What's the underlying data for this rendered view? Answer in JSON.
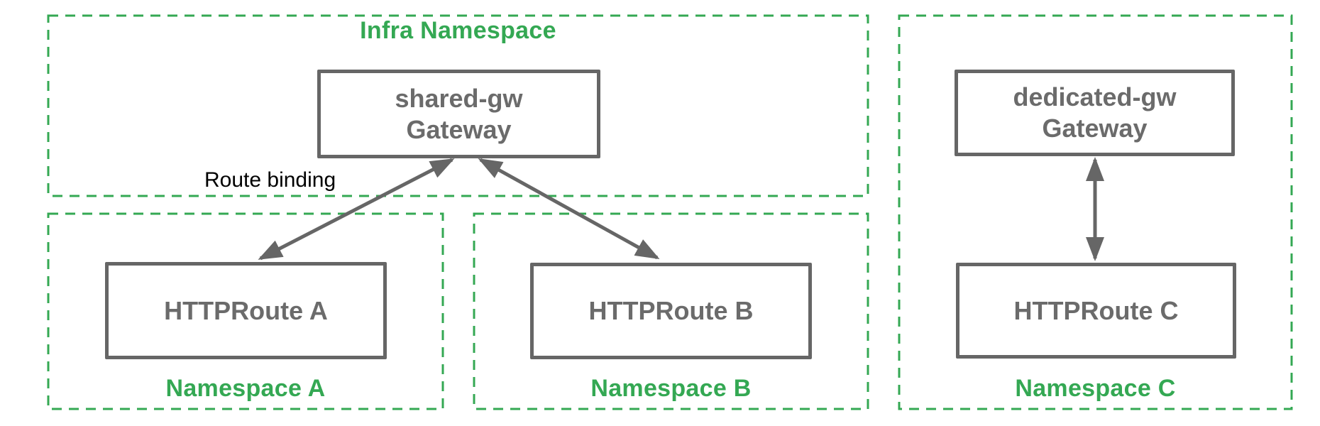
{
  "diagram": {
    "description_colors": {
      "namespace_green": "#34A853",
      "node_border_gray": "#666666",
      "node_text_gray": "#6B6B6B",
      "annotation_black": "#000000",
      "background": "#FFFFFF"
    },
    "namespaces": [
      {
        "id": "infra",
        "label": "Infra Namespace",
        "label_position": "top"
      },
      {
        "id": "namespace-a",
        "label": "Namespace A",
        "label_position": "bottom"
      },
      {
        "id": "namespace-b",
        "label": "Namespace B",
        "label_position": "bottom"
      },
      {
        "id": "namespace-c",
        "label": "Namespace C",
        "label_position": "bottom"
      }
    ],
    "nodes": [
      {
        "id": "shared-gw",
        "name": "shared-gw",
        "type": "Gateway",
        "namespace": "infra"
      },
      {
        "id": "httproute-a",
        "label": "HTTPRoute A",
        "namespace": "namespace-a"
      },
      {
        "id": "httproute-b",
        "label": "HTTPRoute B",
        "namespace": "namespace-b"
      },
      {
        "id": "dedicated-gw",
        "name": "dedicated-gw",
        "type": "Gateway",
        "namespace": "namespace-c"
      },
      {
        "id": "httproute-c",
        "label": "HTTPRoute C",
        "namespace": "namespace-c"
      }
    ],
    "edges": [
      {
        "from": "httproute-a",
        "to": "shared-gw",
        "style": "double-headed-arrow",
        "label": "Route binding"
      },
      {
        "from": "httproute-b",
        "to": "shared-gw",
        "style": "double-headed-arrow",
        "label": ""
      },
      {
        "from": "httproute-c",
        "to": "dedicated-gw",
        "style": "double-headed-arrow",
        "label": ""
      }
    ]
  }
}
